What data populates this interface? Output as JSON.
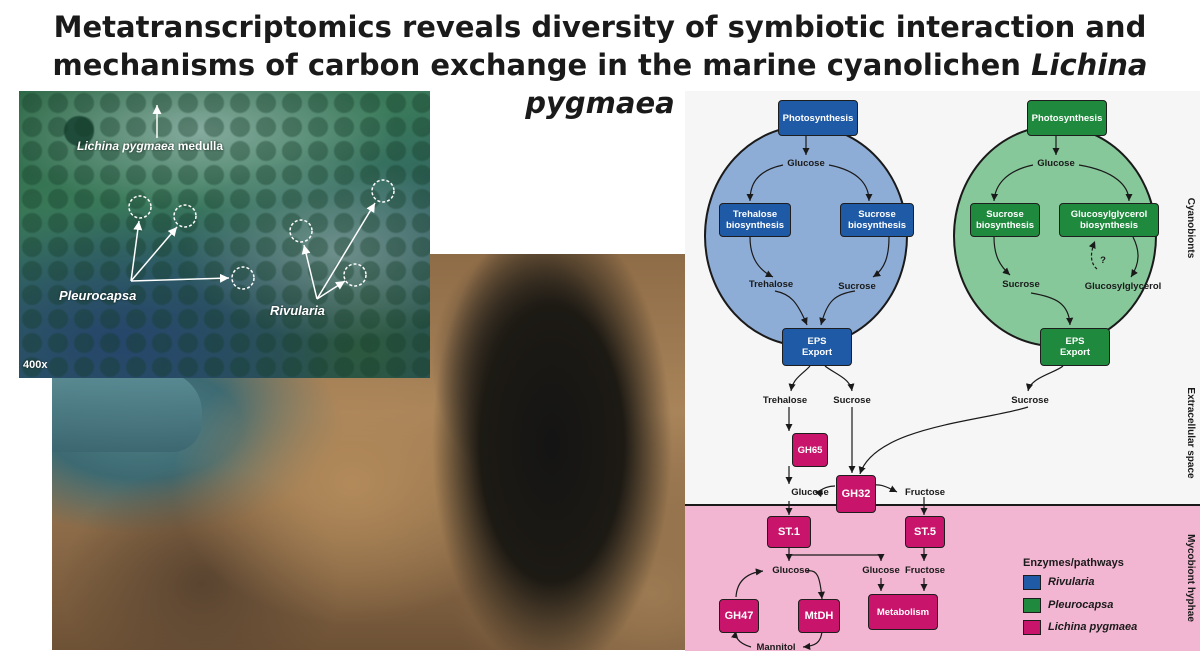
{
  "title": {
    "line1": "Metatranscriptomics reveals diversity of symbiotic interaction and",
    "line2_plain": "mechanisms of carbon exchange in the marine cyanolichen ",
    "line2_italic": "Lichina pygmaea"
  },
  "micrograph": {
    "medulla_italic": "Lichina pygmaea",
    "medulla_plain": " medulla",
    "pleurocapsa": "Pleurocapsa",
    "rivularia": "Rivularia",
    "magnification": "400x"
  },
  "diagram": {
    "colors": {
      "rivularia": "#1f5aa6",
      "pleurocapsa": "#1f8a3d",
      "lichina": "#c8156b",
      "rivularia_cell": "#8eadd6",
      "pleurocapsa_cell": "#86c89a",
      "mycobiont_zone": "#f2b6d2"
    },
    "left_cell": {
      "photosynthesis": "Photosynthesis",
      "glucose": "Glucose",
      "trehalose_biosynthesis": "Trehalose\nbiosynthesis",
      "sucrose_biosynthesis": "Sucrose\nbiosynthesis",
      "trehalose": "Trehalose",
      "sucrose": "Sucrose",
      "eps_export": "EPS\nExport"
    },
    "right_cell": {
      "photosynthesis": "Photosynthesis",
      "glucose": "Glucose",
      "sucrose_biosynthesis": "Sucrose\nbiosynthesis",
      "glucosylglycerol_biosynthesis": "Glucosylglycerol\nbiosynthesis",
      "question": "?",
      "sucrose": "Sucrose",
      "glucosylglycerol": "Glucosylglycerol",
      "eps_export": "EPS\nExport"
    },
    "extracellular": {
      "trehalose": "Trehalose",
      "sucrose_left": "Sucrose",
      "sucrose_right": "Sucrose",
      "gh65": "GH65",
      "glucose": "Glucose",
      "fructose": "Fructose",
      "gh32": "GH32",
      "st1": "ST.1",
      "st5": "ST.5"
    },
    "mycobiont": {
      "glucose_left": "Glucose",
      "glucose_mid": "Glucose",
      "fructose": "Fructose",
      "gh47": "GH47",
      "mtdh": "MtDH",
      "metabolism": "Metabolism",
      "mannitol": "Mannitol"
    },
    "side_labels": {
      "cyanobionts": "Cyanobionts",
      "extracellular_space": "Extracellular space",
      "mycobiont_hyphae": "Mycobiont hyphae"
    },
    "legend": {
      "title": "Enzymes/pathways",
      "items": [
        {
          "label": "Rivularia",
          "color": "#1f5aa6"
        },
        {
          "label": "Pleurocapsa",
          "color": "#1f8a3d"
        },
        {
          "label": "Lichina pygmaea",
          "color": "#c8156b"
        }
      ]
    }
  }
}
